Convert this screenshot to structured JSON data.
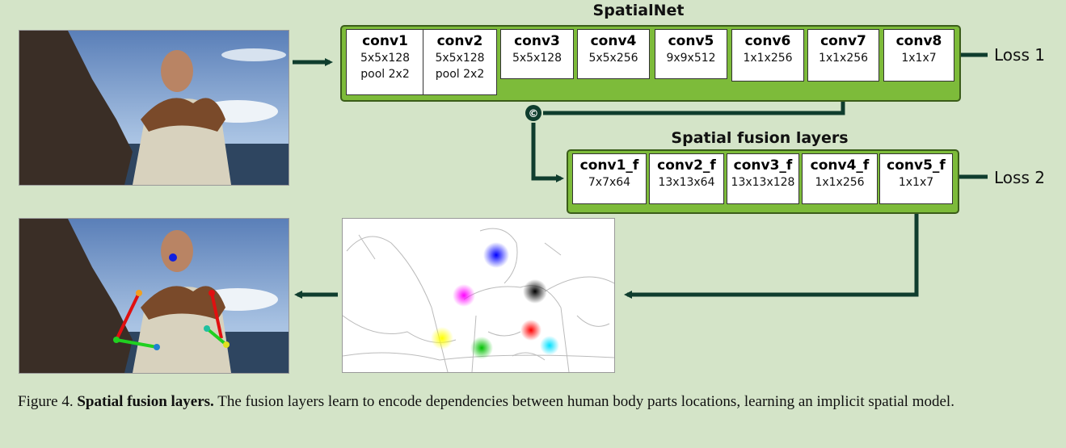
{
  "spatialnet": {
    "title": "SpatialNet",
    "layers": [
      {
        "name": "conv1",
        "spec": "5x5x128",
        "extra": "pool 2x2"
      },
      {
        "name": "conv2",
        "spec": "5x5x128",
        "extra": "pool 2x2"
      },
      {
        "name": "conv3",
        "spec": "5x5x128",
        "extra": ""
      },
      {
        "name": "conv4",
        "spec": "5x5x256",
        "extra": ""
      },
      {
        "name": "conv5",
        "spec": "9x9x512",
        "extra": ""
      },
      {
        "name": "conv6",
        "spec": "1x1x256",
        "extra": ""
      },
      {
        "name": "conv7",
        "spec": "1x1x256",
        "extra": ""
      },
      {
        "name": "conv8",
        "spec": "1x1x7",
        "extra": ""
      }
    ],
    "loss": "Loss 1"
  },
  "fusion": {
    "title": "Spatial fusion layers",
    "layers": [
      {
        "name": "conv1_f",
        "spec": "7x7x64"
      },
      {
        "name": "conv2_f",
        "spec": "13x13x64"
      },
      {
        "name": "conv3_f",
        "spec": "13x13x128"
      },
      {
        "name": "conv4_f",
        "spec": "1x1x256"
      },
      {
        "name": "conv5_f",
        "spec": "1x1x7"
      }
    ],
    "loss": "Loss 2"
  },
  "concat_symbol": "©",
  "caption": {
    "label": "Figure 4.",
    "bold": "Spatial fusion layers.",
    "text": "The fusion layers learn to encode dependencies between human body parts locations, learning an implicit spatial model."
  },
  "colors": {
    "background": "#d4e4c8",
    "block_green": "#7dbb3a",
    "arrow": "#0f3d2e"
  }
}
